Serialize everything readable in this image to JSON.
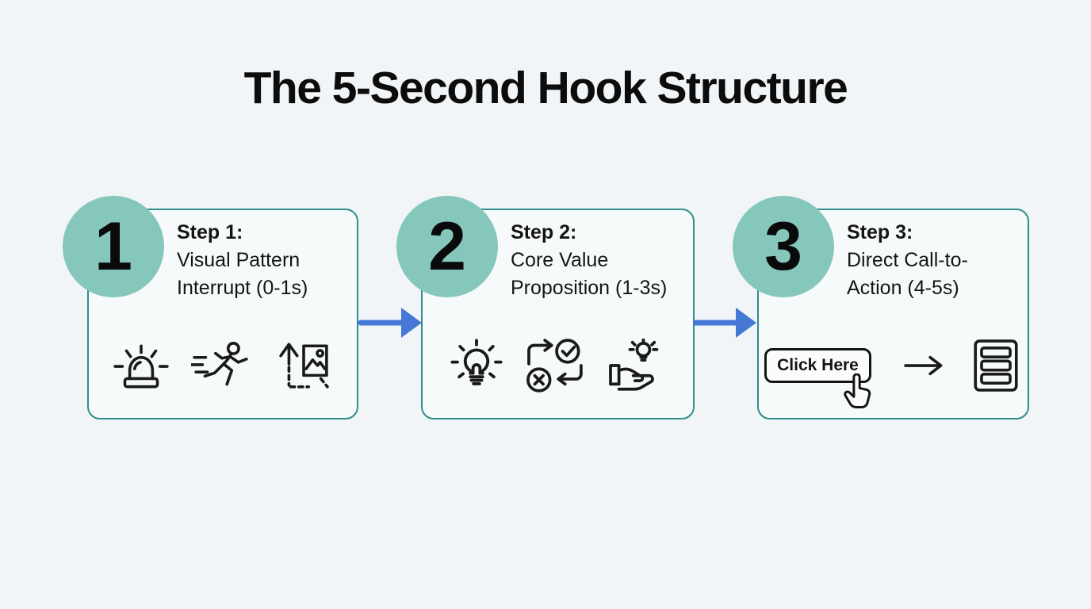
{
  "title": "The 5-Second Hook Structure",
  "colors": {
    "background": "#f1f5f7",
    "card_border": "#2e8e8c",
    "badge_fill": "#85c7bb",
    "connector_blue": "#4577d4",
    "ink": "#1a1a1a"
  },
  "steps": [
    {
      "number": "1",
      "heading": "Step 1:",
      "desc_line1": "Visual Pattern",
      "desc_line2": "Interrupt (0-1s)",
      "icons": [
        "siren-icon",
        "runner-icon",
        "image-growth-icon"
      ]
    },
    {
      "number": "2",
      "heading": "Step 2:",
      "desc_line1": "Core Value",
      "desc_line2": "Proposition (1-3s)",
      "icons": [
        "lightbulb-icon",
        "decision-check-x-icon",
        "hand-bulb-icon"
      ]
    },
    {
      "number": "3",
      "heading": "Step 3:",
      "desc_line1": "Direct Call-to-",
      "desc_line2": "Action (4-5s)",
      "icons": [
        "click-here-button",
        "arrow-right-icon",
        "list-icon"
      ],
      "button_label": "Click Here"
    }
  ],
  "connectors": [
    "arrow-right",
    "arrow-right"
  ]
}
